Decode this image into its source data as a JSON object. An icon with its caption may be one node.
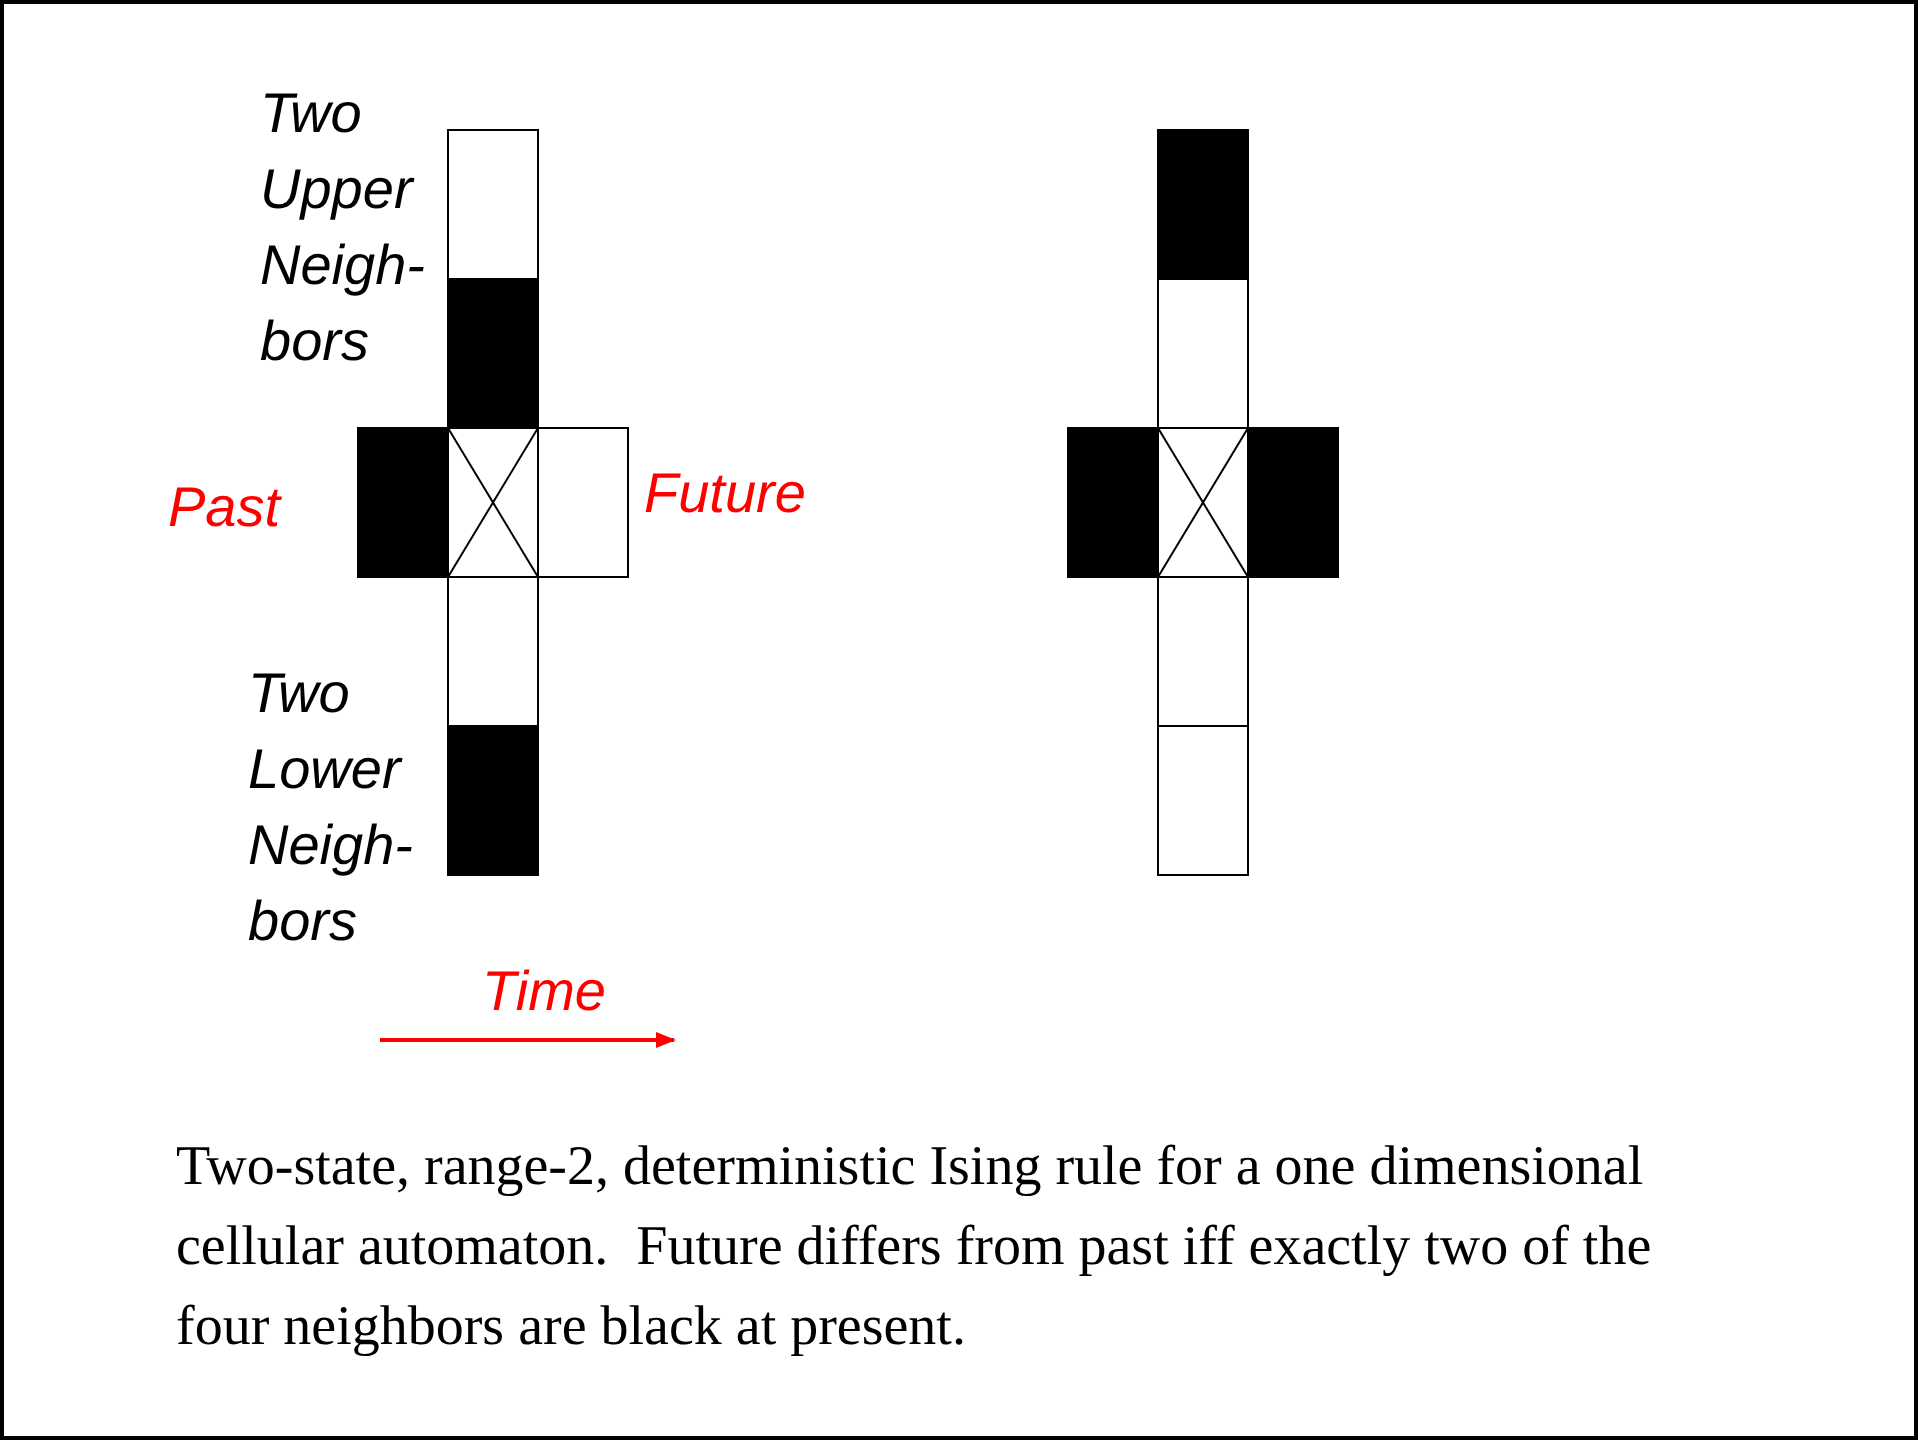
{
  "diagram": {
    "caption": "Two-state, range-2, deterministic Ising rule for a one dimensional cellular automaton.  Future differs from past iff exactly two of the four neighbors are black at present.",
    "labels": [
      "Two Upper Neigh- bors",
      "Past",
      "Future",
      "Two Lower Neigh- bors",
      "Time"
    ]
  }
}
